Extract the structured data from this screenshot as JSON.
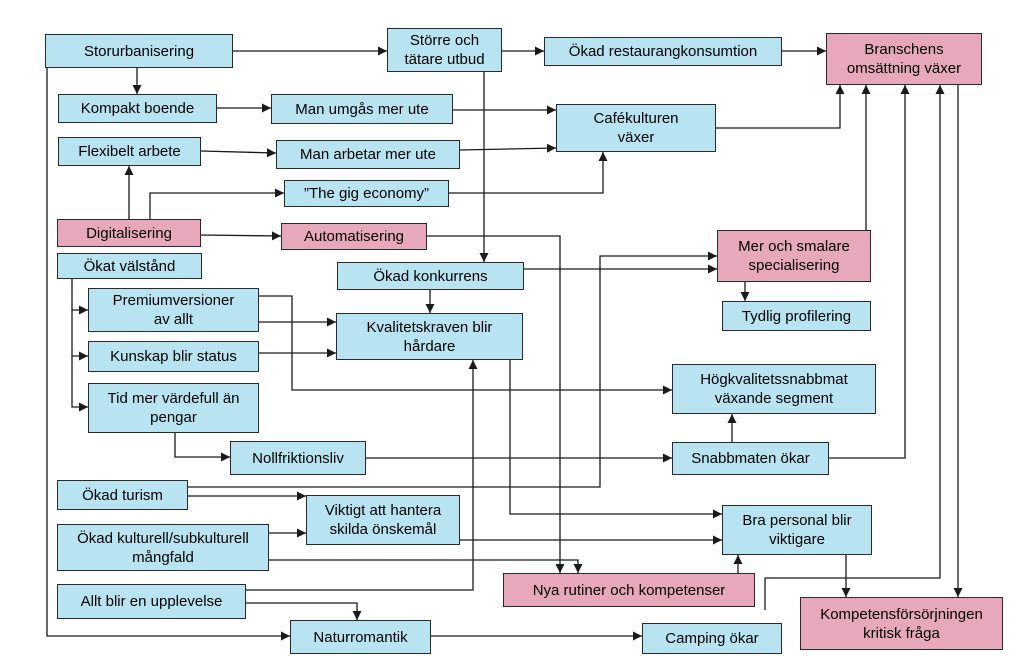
{
  "diagram": {
    "nodes": [
      {
        "id": "storurb",
        "label": "Storurbanisering",
        "color": "blue"
      },
      {
        "id": "storre",
        "label": "Större och\ntätare utbud",
        "color": "blue"
      },
      {
        "id": "restkons",
        "label": "Ökad restaurangkonsumtion",
        "color": "blue"
      },
      {
        "id": "bransch",
        "label": "Branschens\nomsättning växer",
        "color": "pink"
      },
      {
        "id": "kompakt",
        "label": "Kompakt boende",
        "color": "blue"
      },
      {
        "id": "umgas",
        "label": "Man umgås mer ute",
        "color": "blue"
      },
      {
        "id": "cafe",
        "label": "Cafékulturen\nväxer",
        "color": "blue"
      },
      {
        "id": "flexibelt",
        "label": "Flexibelt arbete",
        "color": "blue"
      },
      {
        "id": "arbetar",
        "label": "Man arbetar mer ute",
        "color": "blue"
      },
      {
        "id": "gig",
        "label": "”The gig economy”",
        "color": "blue"
      },
      {
        "id": "digital",
        "label": "Digitalisering",
        "color": "pink"
      },
      {
        "id": "automat",
        "label": "Automatisering",
        "color": "pink"
      },
      {
        "id": "smalare",
        "label": "Mer och smalare\nspecialisering",
        "color": "pink"
      },
      {
        "id": "valstand",
        "label": "Ökat välstånd",
        "color": "blue"
      },
      {
        "id": "konkurrens",
        "label": "Ökad konkurrens",
        "color": "blue"
      },
      {
        "id": "premium",
        "label": "Premiumversioner\nav allt",
        "color": "blue"
      },
      {
        "id": "kvalitet",
        "label": "Kvalitetskraven blir\nhårdare",
        "color": "blue"
      },
      {
        "id": "profil",
        "label": "Tydlig profilering",
        "color": "blue"
      },
      {
        "id": "kunskap",
        "label": "Kunskap blir status",
        "color": "blue"
      },
      {
        "id": "hogkval",
        "label": "Högkvalitetssnabbmat\nväxande segment",
        "color": "blue"
      },
      {
        "id": "tid",
        "label": "Tid mer värdefull än\npengar",
        "color": "blue"
      },
      {
        "id": "nollfr",
        "label": "Nollfriktionsliv",
        "color": "blue"
      },
      {
        "id": "snabbmat",
        "label": "Snabbmaten ökar",
        "color": "blue"
      },
      {
        "id": "turism",
        "label": "Ökad turism",
        "color": "blue"
      },
      {
        "id": "viktigt",
        "label": "Viktigt att hantera\nskilda önskemål",
        "color": "blue"
      },
      {
        "id": "bra",
        "label": "Bra personal blir\nviktigare",
        "color": "blue"
      },
      {
        "id": "kultur",
        "label": "Ökad kulturell/subkulturell\nmångfald",
        "color": "blue"
      },
      {
        "id": "nya",
        "label": "Nya rutiner och kompetenser",
        "color": "pink"
      },
      {
        "id": "upplev",
        "label": "Allt blir en upplevelse",
        "color": "blue"
      },
      {
        "id": "komp",
        "label": "Kompetensförsörjningen\nkritisk fråga",
        "color": "pink"
      },
      {
        "id": "natur",
        "label": "Naturromantik",
        "color": "blue"
      },
      {
        "id": "camping",
        "label": "Camping ökar",
        "color": "blue"
      }
    ]
  },
  "colors": {
    "blue": "#b8e3f0",
    "pink": "#e8a8bc",
    "line": "#1a1a1a",
    "border": "#2a2a2a"
  }
}
